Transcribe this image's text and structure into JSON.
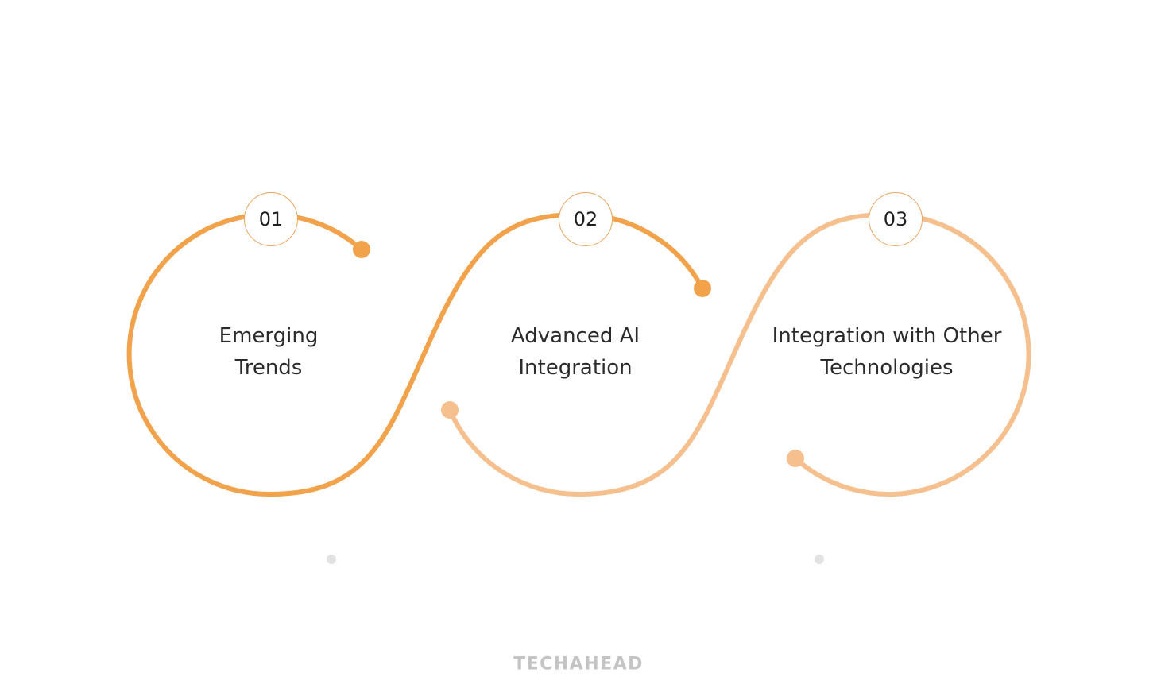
{
  "colors": {
    "dark_orange": "#F2A24A",
    "light_orange": "#F6C08E",
    "badge_border": "#E9A45E",
    "text": "#2b2b2b",
    "dot_gray": "#e2e2e2",
    "brand_gray": "#c4c4c4"
  },
  "steps": [
    {
      "number": "01",
      "title_line1": "Emerging",
      "title_line2": "Trends",
      "color": "dark"
    },
    {
      "number": "02",
      "title_line1": "Advanced AI",
      "title_line2": "Integration",
      "color": "dark"
    },
    {
      "number": "03",
      "title_line1": "Integration with Other",
      "title_line2": "Technologies",
      "color": "light"
    }
  ],
  "pagination_dots": 2,
  "footer": {
    "brand": "TECHAHEAD"
  }
}
